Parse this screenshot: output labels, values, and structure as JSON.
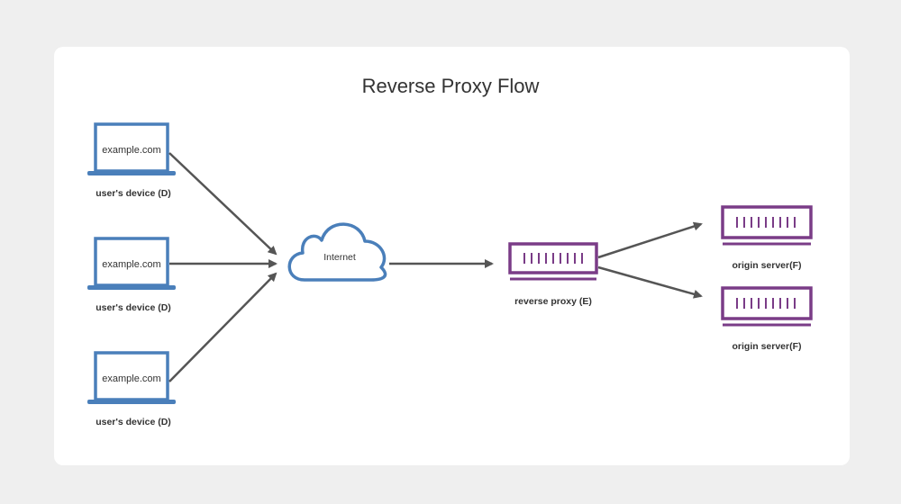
{
  "title": "Reverse Proxy Flow",
  "colors": {
    "device": "#4a7fba",
    "server": "#7a3c87",
    "arrow": "#555555",
    "text": "#333333",
    "card": "#ffffff",
    "background": "#efefef"
  },
  "devices": [
    {
      "screen_text": "example.com",
      "label": "user's device (D)"
    },
    {
      "screen_text": "example.com",
      "label": "user's device (D)"
    },
    {
      "screen_text": "example.com",
      "label": "user's device (D)"
    }
  ],
  "internet": {
    "label": "Internet",
    "icon": "cloud-icon"
  },
  "proxy": {
    "label": "reverse proxy (E)",
    "icon": "server-rack-icon"
  },
  "origins": [
    {
      "label": "origin server(F)",
      "icon": "server-rack-icon"
    },
    {
      "label": "origin server(F)",
      "icon": "server-rack-icon"
    }
  ]
}
